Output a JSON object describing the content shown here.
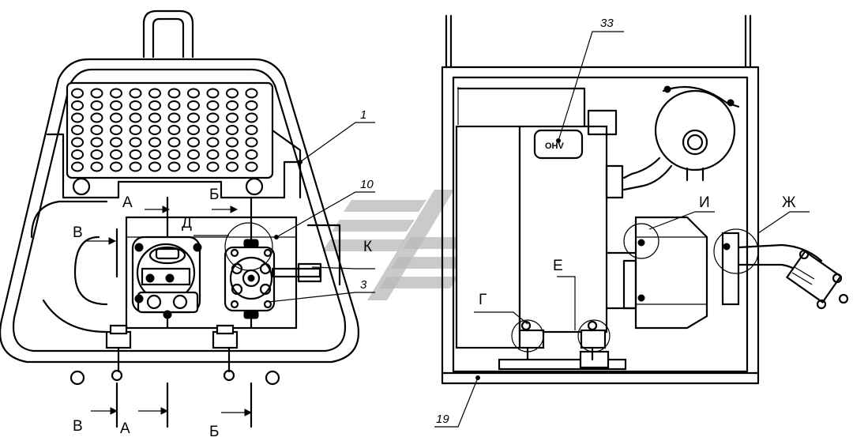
{
  "views": {
    "front": {
      "labels": {
        "section_a_top": "А",
        "section_b_top": "Б",
        "section_v_left": "В",
        "section_d": "Д",
        "section_k": "К",
        "section_v_bottom": "В",
        "section_a_bottom": "А",
        "section_b_bottom": "Б"
      },
      "callouts": {
        "frame": "1",
        "pump_block": "10",
        "filter": "3"
      }
    },
    "side": {
      "labels": {
        "detail_i": "И",
        "detail_zh": "Ж",
        "detail_e": "Е",
        "detail_g": "Г"
      },
      "callouts": {
        "motor": "33",
        "base": "19"
      },
      "motor_logo": "OHV"
    }
  },
  "watermark": "transport-stylized-logo"
}
